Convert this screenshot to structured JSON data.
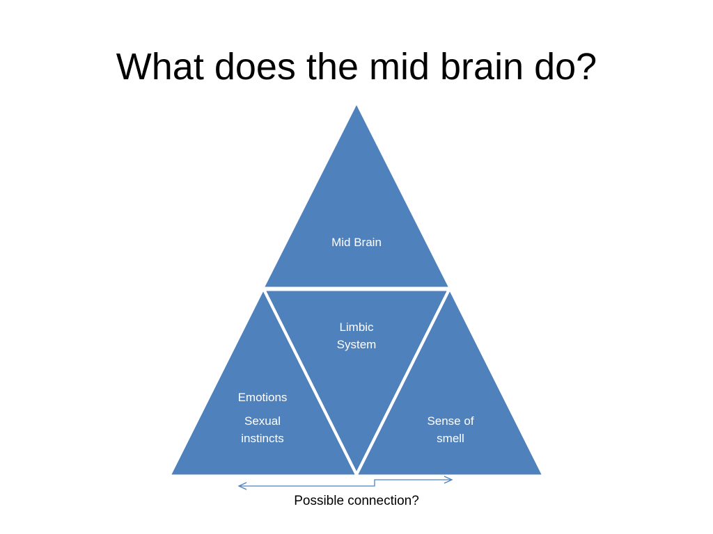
{
  "slide": {
    "title": "What does the mid brain do?"
  },
  "diagram": {
    "top": {
      "label": "Mid Brain"
    },
    "center": {
      "label_line1": "Limbic",
      "label_line2": "System"
    },
    "left": {
      "label": "Emotions",
      "label2_line1": "Sexual",
      "label2_line2": "instincts"
    },
    "right": {
      "label_line1": "Sense of",
      "label_line2": "smell"
    },
    "fill_color": "#4F81BD",
    "stroke_color": "#FFFFFF",
    "arrow_color": "#4F81BD"
  },
  "caption": "Possible connection?"
}
